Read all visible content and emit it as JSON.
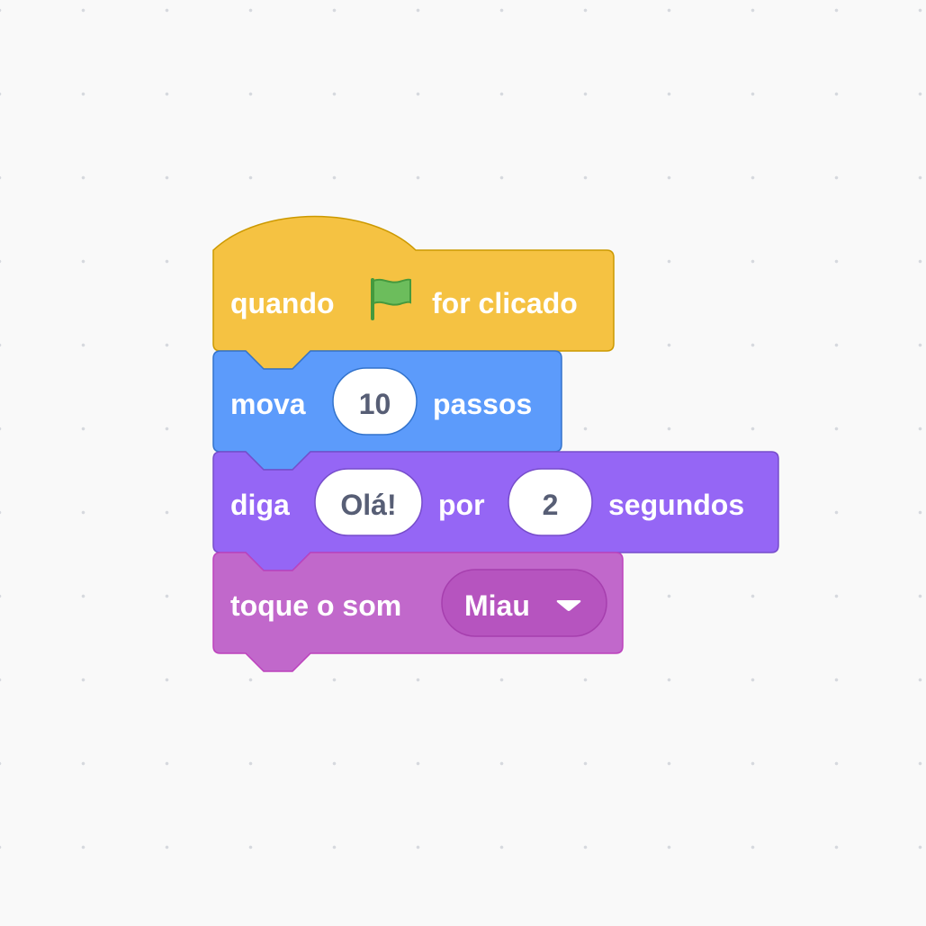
{
  "blocks": [
    {
      "id": "when-flag-clicked",
      "category": "events",
      "text_before": "quando",
      "icon": "green-flag-icon",
      "text_after": "for clicado"
    },
    {
      "id": "move-steps",
      "category": "motion",
      "text_before": "mova",
      "input_value": "10",
      "text_after": "passos"
    },
    {
      "id": "say-for-secs",
      "category": "looks",
      "text_before": "diga",
      "message_value": "Olá!",
      "text_middle": "por",
      "seconds_value": "2",
      "text_after": "segundos"
    },
    {
      "id": "play-sound",
      "category": "sound",
      "text_before": "toque o som",
      "dropdown_value": "Miau",
      "dropdown_icon": "caret-down-icon"
    }
  ],
  "colors": {
    "events": "#ffbf00",
    "events_fill": "#f5c242",
    "events_border": "#cc9900",
    "motion_fill": "#5c9bfb",
    "motion_border": "#3373cc",
    "looks_fill": "#9566f5",
    "looks_border": "#774dcb",
    "sound_fill": "#c168cb",
    "sound_border": "#bd42bd",
    "sound_dropdown": "#b654bf",
    "flag_green": "#6cbd5c",
    "field_text": "#575e75",
    "workspace_bg": "#f9f9f9"
  }
}
